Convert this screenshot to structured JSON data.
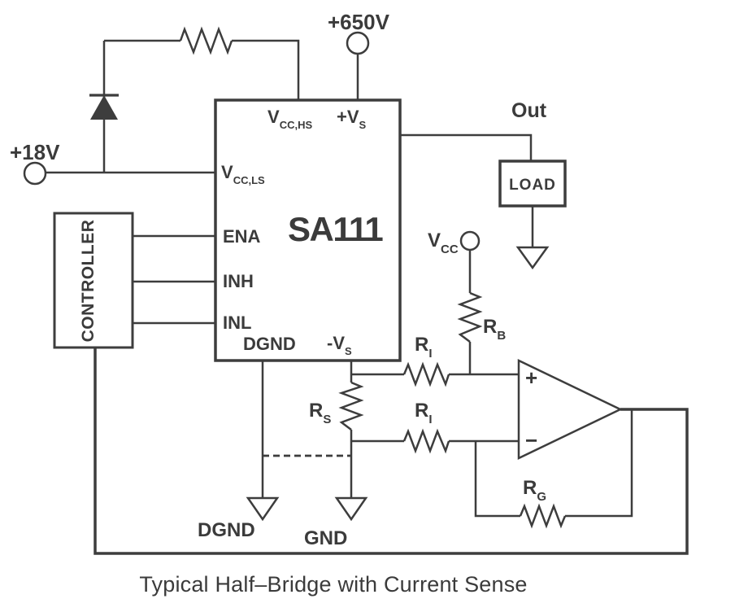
{
  "colors": {
    "ink": "#3d3d3d",
    "background": "#ffffff"
  },
  "caption": "Typical Half–Bridge with Current Sense",
  "terminals": {
    "hv": "+650V",
    "lv": "+18V",
    "vcc": {
      "main": "V",
      "sub": "CC"
    }
  },
  "chip": {
    "name": "SA111",
    "pins": {
      "vcc_hs": {
        "main": "V",
        "sub": "CC,HS"
      },
      "plus_vs": {
        "main": "+V",
        "sub": "S"
      },
      "vcc_ls": {
        "main": "V",
        "sub": "CC,LS"
      },
      "ena": "ENA",
      "inh": "INH",
      "inl": "INL",
      "dgnd": "DGND",
      "minus_vs": {
        "main": "-V",
        "sub": "S"
      }
    }
  },
  "controller": {
    "label": "CONTROLLER"
  },
  "load": {
    "label": "LOAD"
  },
  "net_labels": {
    "out": "Out",
    "dgnd": "DGND",
    "gnd": "GND"
  },
  "resistors": {
    "r_b": {
      "main": "R",
      "sub": "B"
    },
    "r_i_top": {
      "main": "R",
      "sub": "I"
    },
    "r_i_bottom": {
      "main": "R",
      "sub": "I"
    },
    "r_s": {
      "main": "R",
      "sub": "S"
    },
    "r_g": {
      "main": "R",
      "sub": "G"
    }
  },
  "opamp": {
    "plus": "+",
    "minus": "−"
  }
}
